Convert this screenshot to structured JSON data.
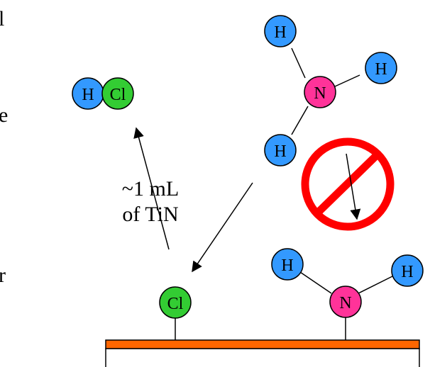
{
  "colors": {
    "hydrogen": "#3399ff",
    "chlorine": "#33cc33",
    "nitrogen": "#ff3399",
    "surface_layer": "#ff6600",
    "prohibited": "#ff0000",
    "stroke": "#000000"
  },
  "labels": {
    "hydrogen": "H",
    "chlorine": "Cl",
    "nitrogen": "N"
  },
  "annotation": {
    "line1": "~1 mL",
    "line2": "of TiN"
  },
  "edge_fragments": {
    "left_top": "l",
    "left_middle": "e",
    "left_bottom": "r"
  }
}
